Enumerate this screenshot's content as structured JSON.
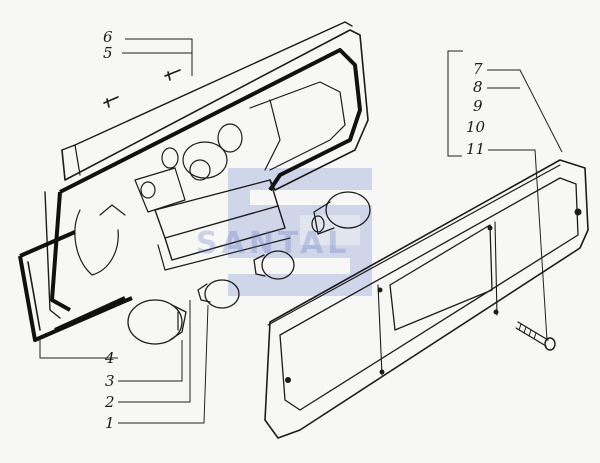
{
  "callouts": [
    {
      "id": "1",
      "text": "1"
    },
    {
      "id": "2",
      "text": "2"
    },
    {
      "id": "3",
      "text": "3"
    },
    {
      "id": "4",
      "text": "4"
    },
    {
      "id": "5",
      "text": "5"
    },
    {
      "id": "6",
      "text": "6"
    },
    {
      "id": "7",
      "text": "7"
    },
    {
      "id": "8",
      "text": "8"
    },
    {
      "id": "9",
      "text": "9"
    },
    {
      "id": "10",
      "text": "10"
    },
    {
      "id": "11",
      "text": "11"
    }
  ],
  "watermark": {
    "text": "SANTAL",
    "color": "#6f83c8"
  },
  "colors": {
    "ink": "#1c1c1c",
    "background": "#f7f7f5"
  }
}
